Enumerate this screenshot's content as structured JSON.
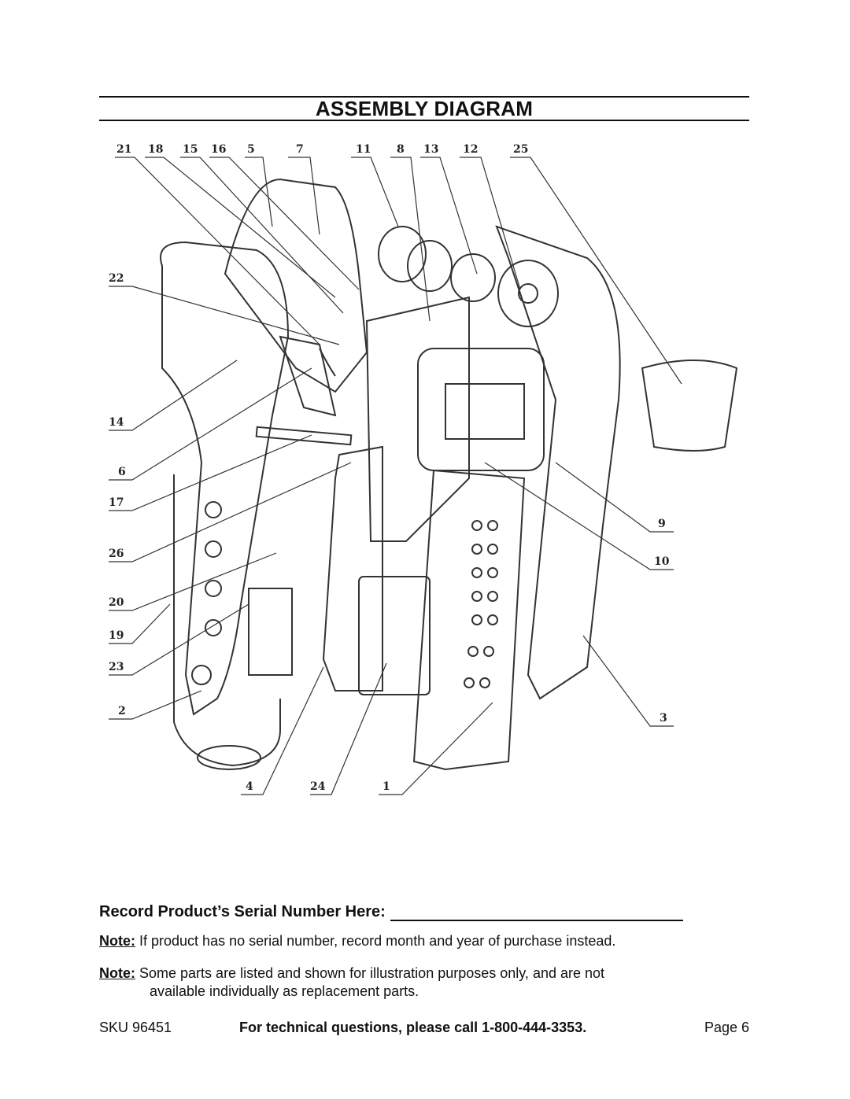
{
  "header": {
    "title": "ASSEMBLY DIAGRAM"
  },
  "diagram": {
    "callouts": [
      "21",
      "18",
      "15",
      "16",
      "5",
      "7",
      "11",
      "8",
      "13",
      "12",
      "25",
      "22",
      "14",
      "6",
      "17",
      "26",
      "20",
      "19",
      "23",
      "2",
      "9",
      "10",
      "3",
      "4",
      "24",
      "1"
    ]
  },
  "serial": {
    "label": "Record Product’s Serial Number Here:"
  },
  "notes": [
    {
      "label": "Note:",
      "text": "If product has no serial number, record month and year of purchase instead."
    },
    {
      "label": "Note:",
      "text": "Some parts are listed and shown for illustration purposes only, and are not",
      "text2": "available individually as replacement parts."
    }
  ],
  "footer": {
    "sku": "SKU 96451",
    "tech": "For technical questions, please call 1-800-444-3353.",
    "page": "Page 6"
  }
}
